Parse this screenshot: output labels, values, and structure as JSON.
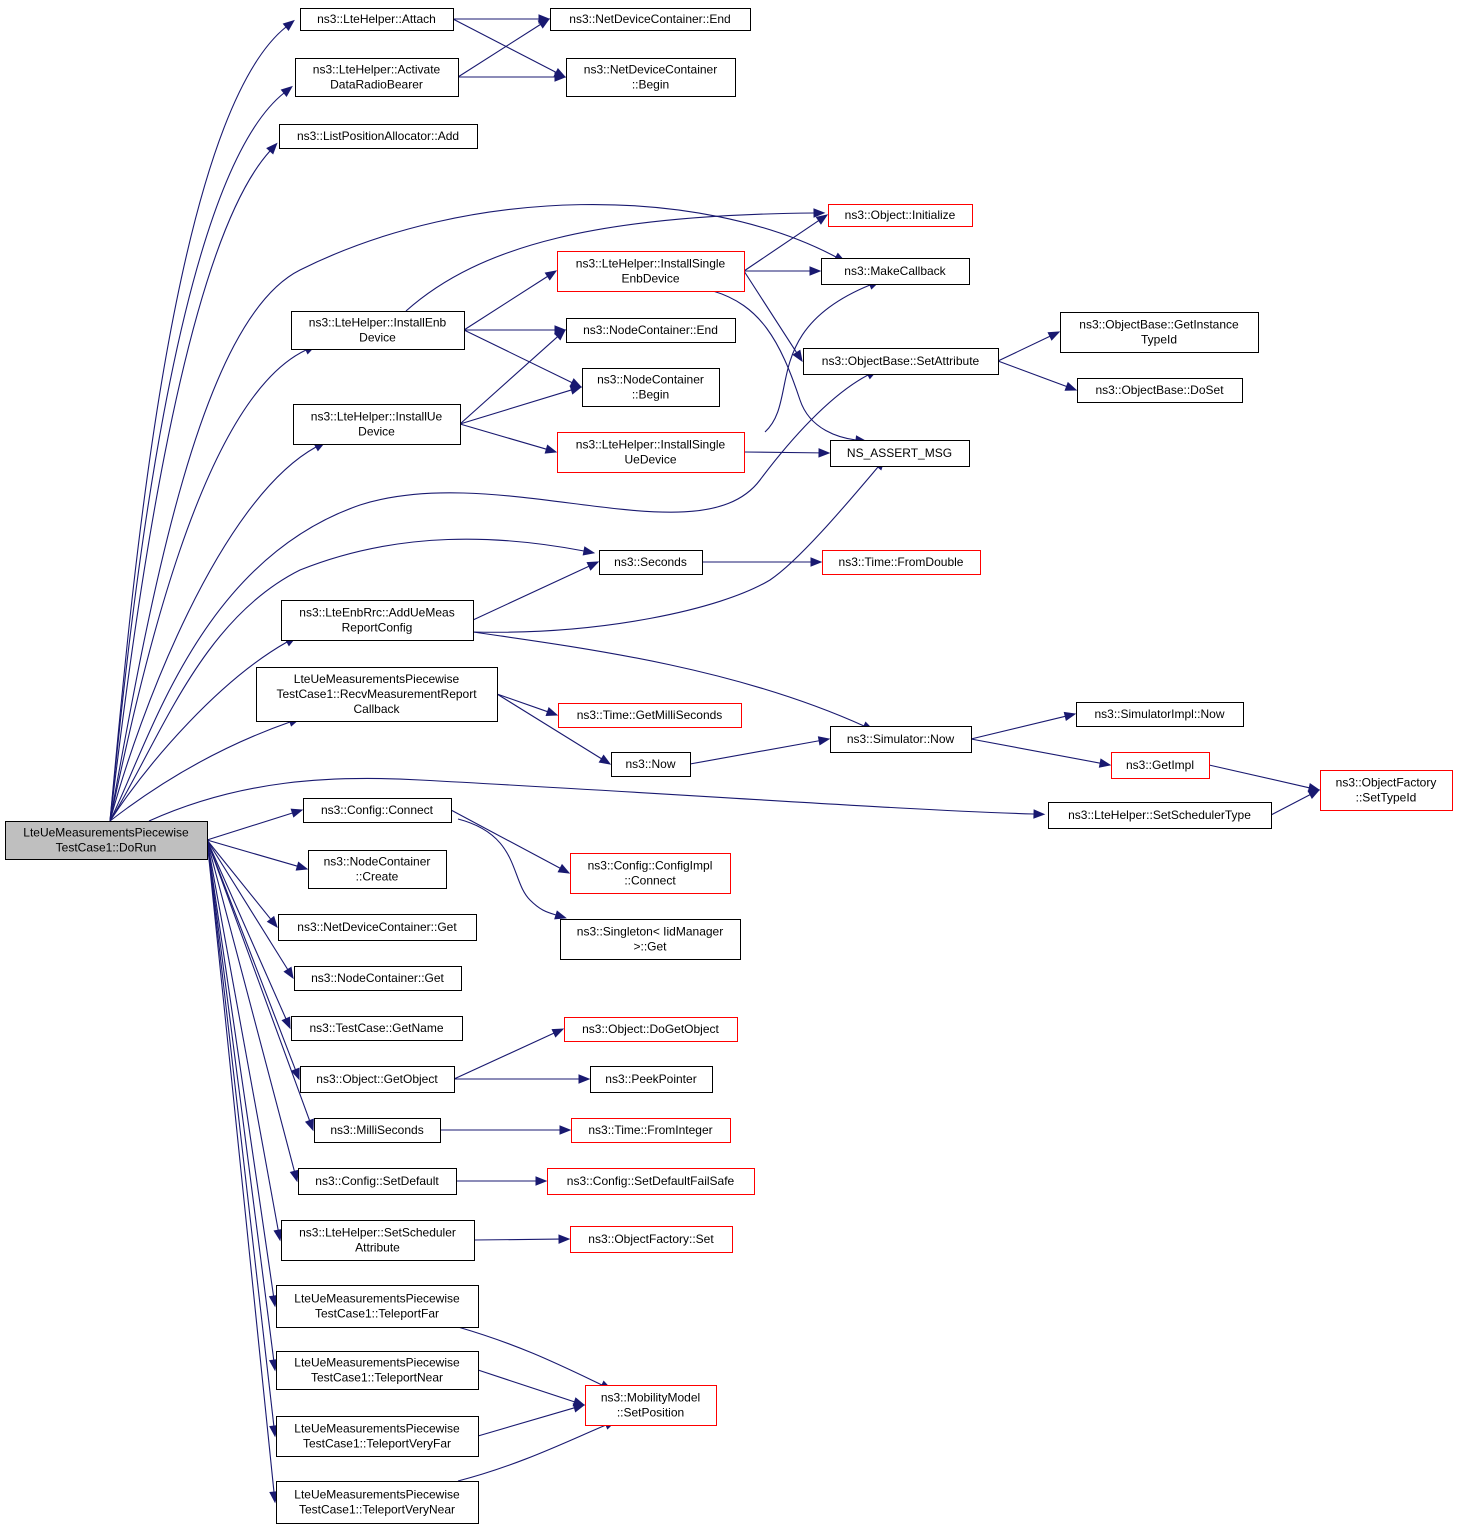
{
  "colors": {
    "edge": "#191970",
    "node_border": "#000000",
    "truncated_border": "#ff0000",
    "root_fill": "#bfbfbf",
    "background": "#ffffff"
  },
  "nodes": [
    {
      "id": "root",
      "lines": [
        "LteUeMeasurementsPiecewise",
        "TestCase1::DoRun"
      ],
      "root": true
    },
    {
      "id": "attach",
      "lines": [
        "ns3::LteHelper::Attach"
      ]
    },
    {
      "id": "ndc_end",
      "lines": [
        "ns3::NetDeviceContainer::End"
      ]
    },
    {
      "id": "activate",
      "lines": [
        "ns3::LteHelper::Activate",
        "DataRadioBearer"
      ]
    },
    {
      "id": "ndc_begin",
      "lines": [
        "ns3::NetDeviceContainer",
        "::Begin"
      ]
    },
    {
      "id": "lpa_add",
      "lines": [
        "ns3::ListPositionAllocator::Add"
      ]
    },
    {
      "id": "obj_init",
      "lines": [
        "ns3::Object::Initialize"
      ],
      "truncated": true
    },
    {
      "id": "inst_single_enb",
      "lines": [
        "ns3::LteHelper::InstallSingle",
        "EnbDevice"
      ],
      "truncated": true
    },
    {
      "id": "make_cb",
      "lines": [
        "ns3::MakeCallback"
      ]
    },
    {
      "id": "inst_enb",
      "lines": [
        "ns3::LteHelper::InstallEnb",
        "Device"
      ]
    },
    {
      "id": "nc_end",
      "lines": [
        "ns3::NodeContainer::End"
      ]
    },
    {
      "id": "ob_getinst",
      "lines": [
        "ns3::ObjectBase::GetInstance",
        "TypeId"
      ]
    },
    {
      "id": "ob_setattr",
      "lines": [
        "ns3::ObjectBase::SetAttribute"
      ]
    },
    {
      "id": "nc_begin",
      "lines": [
        "ns3::NodeContainer",
        "::Begin"
      ]
    },
    {
      "id": "ob_doset",
      "lines": [
        "ns3::ObjectBase::DoSet"
      ]
    },
    {
      "id": "inst_ue",
      "lines": [
        "ns3::LteHelper::InstallUe",
        "Device"
      ]
    },
    {
      "id": "inst_single_ue",
      "lines": [
        "ns3::LteHelper::InstallSingle",
        "UeDevice"
      ],
      "truncated": true
    },
    {
      "id": "assert",
      "lines": [
        "NS_ASSERT_MSG"
      ]
    },
    {
      "id": "seconds",
      "lines": [
        "ns3::Seconds"
      ]
    },
    {
      "id": "fromdouble",
      "lines": [
        "ns3::Time::FromDouble"
      ],
      "truncated": true
    },
    {
      "id": "addmeas",
      "lines": [
        "ns3::LteEnbRrc::AddUeMeas",
        "ReportConfig"
      ]
    },
    {
      "id": "recvcb",
      "lines": [
        "LteUeMeasurementsPiecewise",
        "TestCase1::RecvMeasurementReport",
        "Callback"
      ]
    },
    {
      "id": "getms",
      "lines": [
        "ns3::Time::GetMilliSeconds"
      ],
      "truncated": true
    },
    {
      "id": "simimpl_now",
      "lines": [
        "ns3::SimulatorImpl::Now"
      ]
    },
    {
      "id": "sim_now",
      "lines": [
        "ns3::Simulator::Now"
      ]
    },
    {
      "id": "now",
      "lines": [
        "ns3::Now"
      ]
    },
    {
      "id": "getimpl",
      "lines": [
        "ns3::GetImpl"
      ],
      "truncated": true
    },
    {
      "id": "of_settypeid",
      "lines": [
        "ns3::ObjectFactory",
        "::SetTypeId"
      ],
      "truncated": true
    },
    {
      "id": "setsched",
      "lines": [
        "ns3::LteHelper::SetSchedulerType"
      ]
    },
    {
      "id": "cfg_connect",
      "lines": [
        "ns3::Config::Connect"
      ]
    },
    {
      "id": "cfgimpl_connect",
      "lines": [
        "ns3::Config::ConfigImpl",
        "::Connect"
      ],
      "truncated": true
    },
    {
      "id": "nc_create",
      "lines": [
        "ns3::NodeContainer",
        "::Create"
      ]
    },
    {
      "id": "ndc_get",
      "lines": [
        "ns3::NetDeviceContainer::Get"
      ]
    },
    {
      "id": "singleton_get",
      "lines": [
        "ns3::Singleton< IidManager",
        ">::Get"
      ]
    },
    {
      "id": "nc_get",
      "lines": [
        "ns3::NodeContainer::Get"
      ]
    },
    {
      "id": "tc_getname",
      "lines": [
        "ns3::TestCase::GetName"
      ]
    },
    {
      "id": "dogetobject",
      "lines": [
        "ns3::Object::DoGetObject"
      ],
      "truncated": true
    },
    {
      "id": "getobject",
      "lines": [
        "ns3::Object::GetObject"
      ]
    },
    {
      "id": "peekptr",
      "lines": [
        "ns3::PeekPointer"
      ]
    },
    {
      "id": "millis",
      "lines": [
        "ns3::MilliSeconds"
      ]
    },
    {
      "id": "frominteger",
      "lines": [
        "ns3::Time::FromInteger"
      ],
      "truncated": true
    },
    {
      "id": "setdefault",
      "lines": [
        "ns3::Config::SetDefault"
      ]
    },
    {
      "id": "setdefaultfs",
      "lines": [
        "ns3::Config::SetDefaultFailSafe"
      ],
      "truncated": true
    },
    {
      "id": "setschedattr",
      "lines": [
        "ns3::LteHelper::SetScheduler",
        "Attribute"
      ]
    },
    {
      "id": "of_set",
      "lines": [
        "ns3::ObjectFactory::Set"
      ],
      "truncated": true
    },
    {
      "id": "tp_far",
      "lines": [
        "LteUeMeasurementsPiecewise",
        "TestCase1::TeleportFar"
      ]
    },
    {
      "id": "tp_near",
      "lines": [
        "LteUeMeasurementsPiecewise",
        "TestCase1::TeleportNear"
      ]
    },
    {
      "id": "setpos",
      "lines": [
        "ns3::MobilityModel",
        "::SetPosition"
      ],
      "truncated": true
    },
    {
      "id": "tp_veryfar",
      "lines": [
        "LteUeMeasurementsPiecewise",
        "TestCase1::TeleportVeryFar"
      ]
    },
    {
      "id": "tp_verynear",
      "lines": [
        "LteUeMeasurementsPiecewise",
        "TestCase1::TeleportVeryNear"
      ]
    }
  ],
  "edges": [
    [
      "root",
      "attach"
    ],
    [
      "root",
      "activate"
    ],
    [
      "root",
      "lpa_add"
    ],
    [
      "root",
      "make_cb"
    ],
    [
      "root",
      "inst_enb"
    ],
    [
      "root",
      "inst_ue"
    ],
    [
      "root",
      "ob_setattr"
    ],
    [
      "root",
      "seconds"
    ],
    [
      "root",
      "addmeas"
    ],
    [
      "root",
      "recvcb"
    ],
    [
      "root",
      "setsched"
    ],
    [
      "root",
      "cfg_connect"
    ],
    [
      "root",
      "nc_create"
    ],
    [
      "root",
      "ndc_get"
    ],
    [
      "root",
      "nc_get"
    ],
    [
      "root",
      "tc_getname"
    ],
    [
      "root",
      "getobject"
    ],
    [
      "root",
      "millis"
    ],
    [
      "root",
      "setdefault"
    ],
    [
      "root",
      "setschedattr"
    ],
    [
      "root",
      "tp_far"
    ],
    [
      "root",
      "tp_near"
    ],
    [
      "root",
      "tp_veryfar"
    ],
    [
      "root",
      "tp_verynear"
    ],
    [
      "attach",
      "ndc_end"
    ],
    [
      "attach",
      "ndc_begin"
    ],
    [
      "activate",
      "ndc_end"
    ],
    [
      "activate",
      "ndc_begin"
    ],
    [
      "inst_enb",
      "obj_init"
    ],
    [
      "inst_enb",
      "inst_single_enb"
    ],
    [
      "inst_enb",
      "nc_end"
    ],
    [
      "inst_enb",
      "nc_begin"
    ],
    [
      "inst_single_enb",
      "obj_init"
    ],
    [
      "inst_single_enb",
      "make_cb"
    ],
    [
      "inst_single_enb",
      "ob_setattr"
    ],
    [
      "inst_single_enb",
      "assert"
    ],
    [
      "inst_ue",
      "nc_end"
    ],
    [
      "inst_ue",
      "nc_begin"
    ],
    [
      "inst_ue",
      "inst_single_ue"
    ],
    [
      "inst_single_ue",
      "make_cb"
    ],
    [
      "inst_single_ue",
      "assert"
    ],
    [
      "ob_setattr",
      "ob_getinst"
    ],
    [
      "ob_setattr",
      "ob_doset"
    ],
    [
      "seconds",
      "fromdouble"
    ],
    [
      "addmeas",
      "seconds"
    ],
    [
      "addmeas",
      "assert"
    ],
    [
      "addmeas",
      "sim_now"
    ],
    [
      "recvcb",
      "getms"
    ],
    [
      "recvcb",
      "now"
    ],
    [
      "now",
      "sim_now"
    ],
    [
      "sim_now",
      "simimpl_now"
    ],
    [
      "sim_now",
      "getimpl"
    ],
    [
      "getimpl",
      "of_settypeid"
    ],
    [
      "setsched",
      "of_settypeid"
    ],
    [
      "cfg_connect",
      "cfgimpl_connect"
    ],
    [
      "cfg_connect",
      "singleton_get"
    ],
    [
      "getobject",
      "dogetobject"
    ],
    [
      "getobject",
      "peekptr"
    ],
    [
      "millis",
      "frominteger"
    ],
    [
      "setdefault",
      "setdefaultfs"
    ],
    [
      "setschedattr",
      "of_set"
    ],
    [
      "tp_far",
      "setpos"
    ],
    [
      "tp_near",
      "setpos"
    ],
    [
      "tp_veryfar",
      "setpos"
    ],
    [
      "tp_verynear",
      "setpos"
    ]
  ]
}
